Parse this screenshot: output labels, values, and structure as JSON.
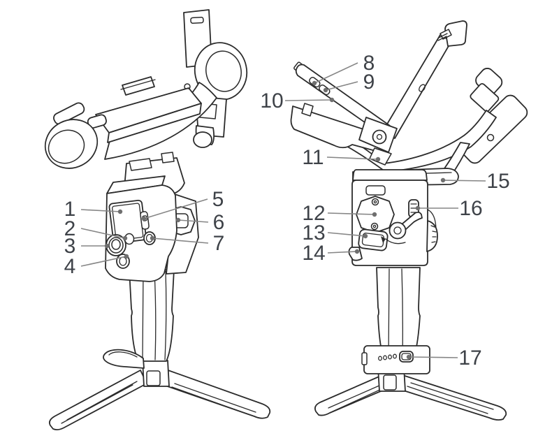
{
  "diagram": {
    "kind": "numbered-callout-line-drawing",
    "subject": "handheld camera gimbal stabilizer, front view and back view"
  },
  "views": {
    "front": {
      "callouts": [
        "1",
        "2",
        "3",
        "4",
        "5",
        "6",
        "7"
      ]
    },
    "back": {
      "callouts": [
        "8",
        "9",
        "10",
        "11",
        "12",
        "13",
        "14",
        "15",
        "16",
        "17"
      ]
    }
  },
  "colors": {
    "outline": "#2b2b2b",
    "leader_line": "#868686",
    "leader_dot": "#6f6f6f",
    "callout_text": "#3e4248",
    "background": "#ffffff"
  }
}
